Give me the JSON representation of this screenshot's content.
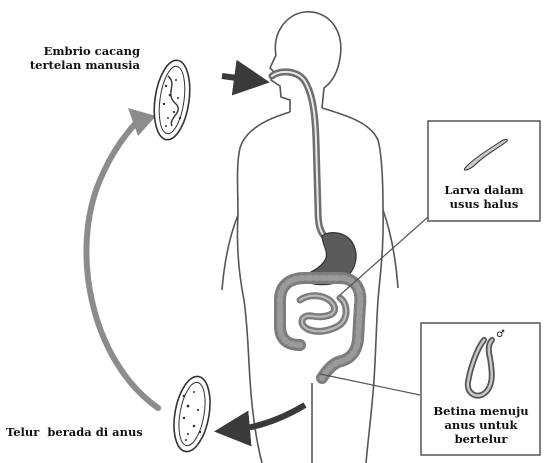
{
  "labels": {
    "embryo": [
      "Embrio cacang",
      "tertelan manusia"
    ],
    "larva": [
      "Larva dalam",
      "usus halus"
    ],
    "female": [
      "Betina menuju",
      "anus untuk",
      "bertelur"
    ],
    "eggs": "Telur  berada di anus"
  },
  "symbols": {
    "male_sign": "♂"
  },
  "colors": {
    "arrow": "#3a3a3a",
    "cycle_arrow": "#8c8c8c",
    "body_outline": "#555555",
    "gut": "#7d7d7d",
    "gut_dark": "#5a5a5a",
    "esophagus": "#6e6e6e"
  }
}
